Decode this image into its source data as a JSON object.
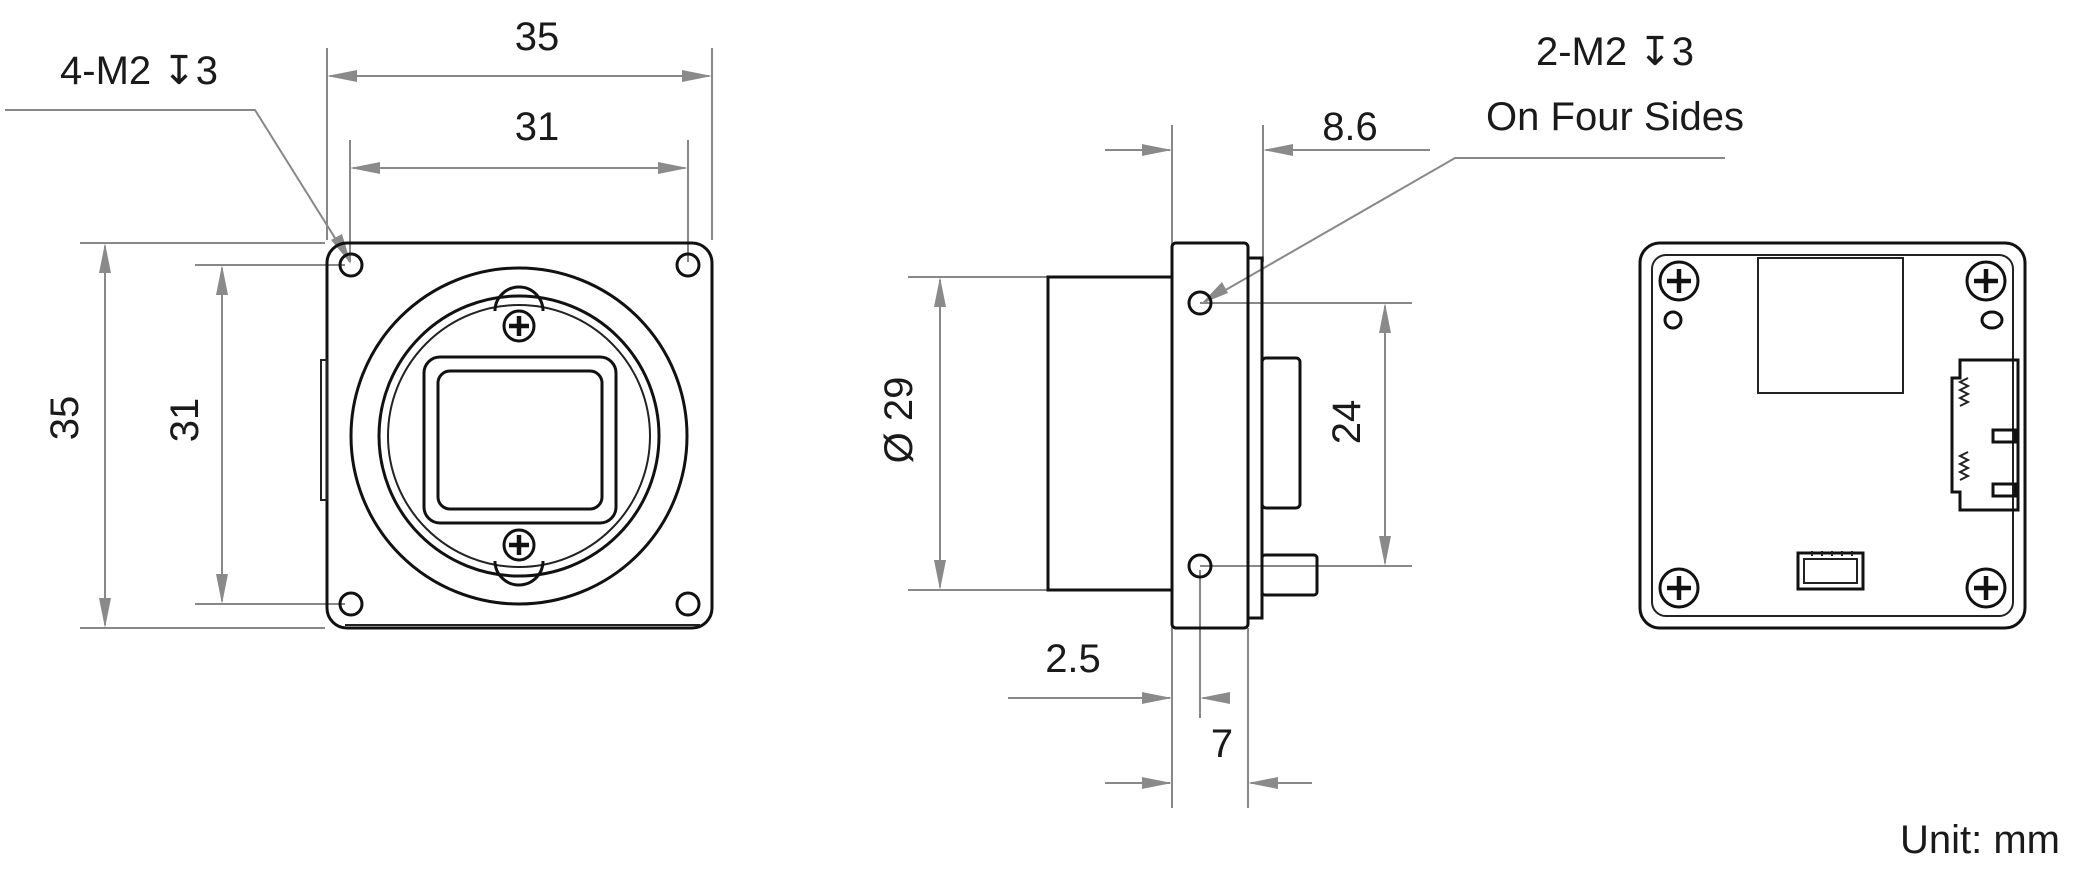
{
  "front_view": {
    "hole_note": "4-M2 ↧3",
    "width_outer": "35",
    "width_hole": "31",
    "height_outer": "35",
    "height_hole": "31"
  },
  "side_view": {
    "hole_note_line1": "2-M2 ↧3",
    "hole_note_line2": "On Four Sides",
    "depth_front": "8.6",
    "diameter": "Ø 29",
    "hole_spacing": "24",
    "flange_offset": "2.5",
    "body_depth": "7"
  },
  "units": "Unit: mm"
}
